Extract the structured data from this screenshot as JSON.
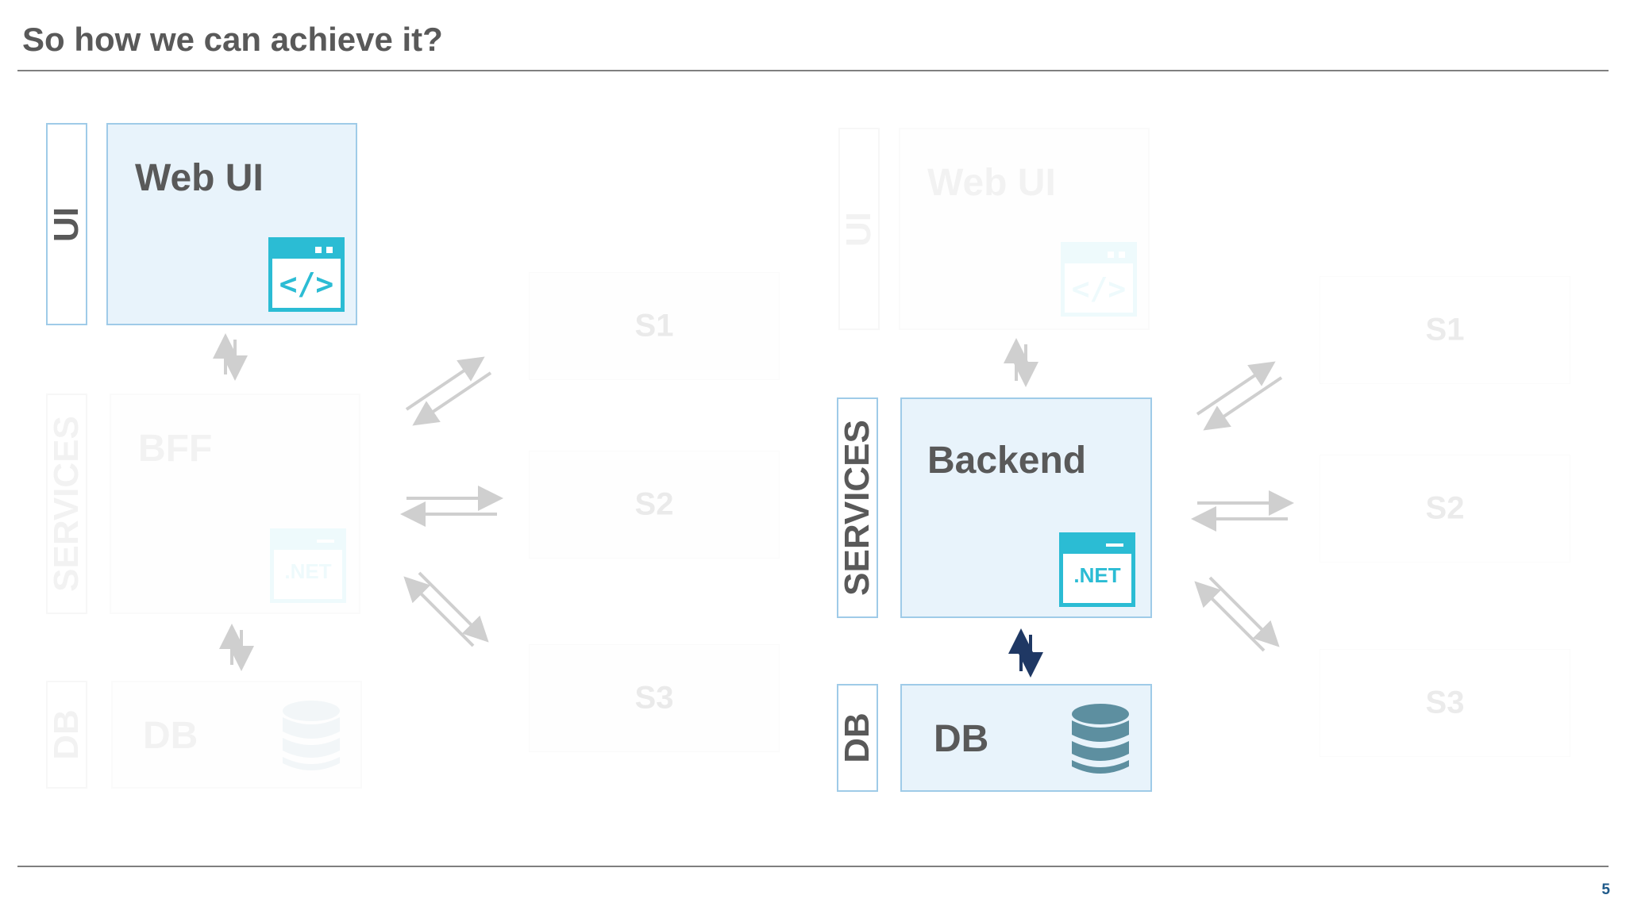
{
  "slide": {
    "title": "So how we can achieve it?",
    "page_number": "5"
  },
  "left_diagram": {
    "labels": {
      "ui": "UI",
      "services": "SERVICES",
      "db": "DB"
    },
    "web_ui": {
      "title": "Web UI",
      "icon": "code-window-icon",
      "icon_text": "</>"
    },
    "bff": {
      "title": "BFF",
      "icon": "dotnet-window-icon",
      "icon_text": ".NET"
    },
    "db": {
      "title": "DB",
      "icon": "database-icon"
    },
    "services": [
      "S1",
      "S2",
      "S3"
    ]
  },
  "right_diagram": {
    "labels": {
      "ui": "UI",
      "services": "SERVICES",
      "db": "DB"
    },
    "web_ui": {
      "title": "Web UI",
      "icon": "code-window-icon",
      "icon_text": "</>"
    },
    "backend": {
      "title": "Backend",
      "icon": "dotnet-window-icon",
      "icon_text": ".NET"
    },
    "db": {
      "title": "DB",
      "icon": "database-icon"
    },
    "services": [
      "S1",
      "S2",
      "S3"
    ]
  },
  "colors": {
    "accent": "#2bbcd4",
    "box_fill": "#e8f3fb",
    "box_border": "#9fcbe8",
    "text": "#595959",
    "arrow_dark": "#1f3864",
    "db_icon": "#5d8fa0"
  }
}
